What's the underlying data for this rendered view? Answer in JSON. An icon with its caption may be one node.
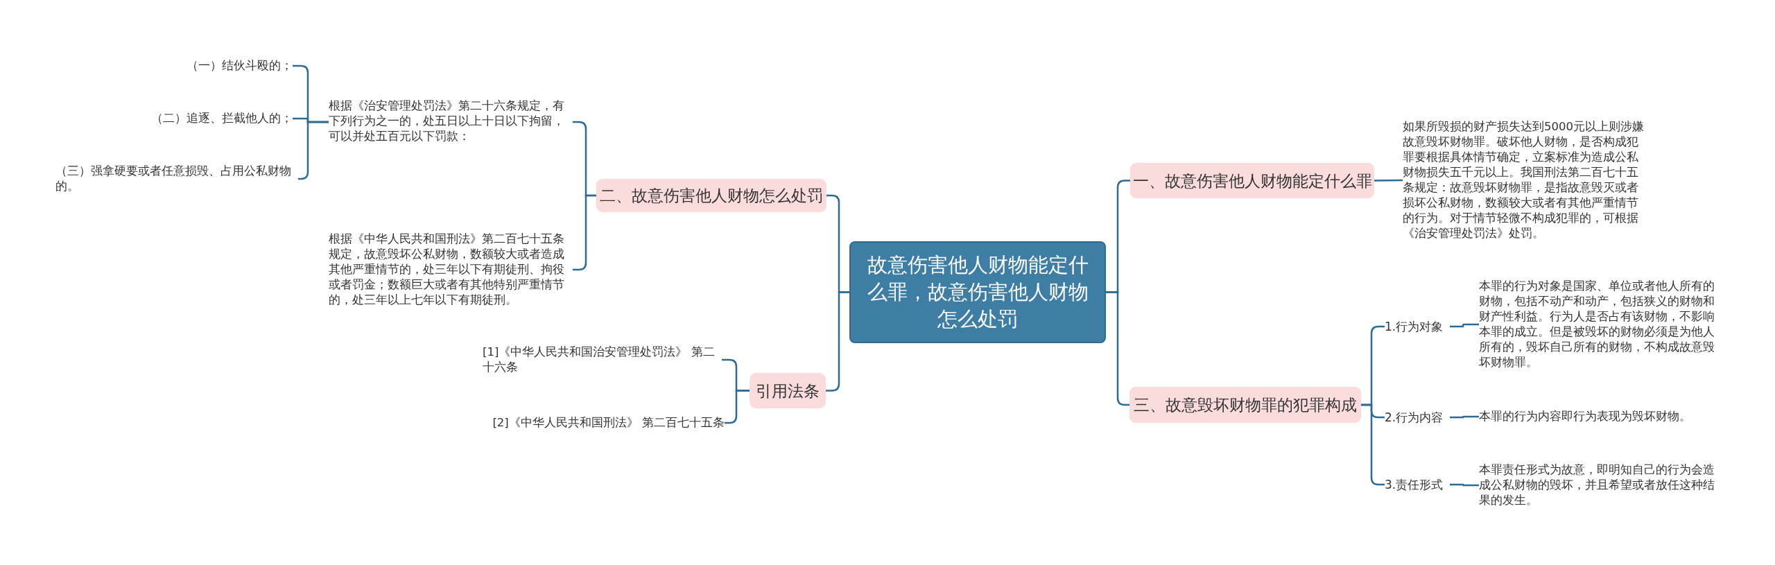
{
  "diagram": {
    "nodes": [
      {
        "text": [
          "故意伤害他人财物能定什么罪，故意伤害他人财物怎么处罚"
        ]
      },
      {
        "text": [
          "二、故意伤害他人财物怎么处罚"
        ]
      },
      {
        "text": [
          "根据《治安管理处罚法》第二十六条规定，有下列行为之一的，处五日以上十日以下拘留，可以并处五百元以下罚款："
        ]
      },
      {
        "text": [
          "（一）结伙斗殴的；"
        ]
      },
      {
        "text": [
          "（二）追逐、拦截他人的；"
        ]
      },
      {
        "text": [
          "（三）强拿硬要或者任意损毁、占用公私财物的。"
        ]
      },
      {
        "text": [
          "根据《中华人民共和国刑法》第二百七十五条规定，故意毁坏公私财物，数额较大或者造成其他严重情节的，处三年以下有期徒刑、拘役或者罚金；数额巨大或者有其他特别严重情节的，处三年以上七年以下有期徒刑。"
        ]
      },
      {
        "text": [
          "引用法条"
        ]
      },
      {
        "text": [
          "[1]《中华人民共和国治安管理处罚法》 第二十六条"
        ]
      },
      {
        "text": [
          "[2]《中华人民共和国刑法》 第二百七十五条"
        ]
      },
      {
        "text": [
          "一、故意伤害他人财物能定什么罪"
        ]
      },
      {
        "text": [
          "如果所毁损的财产损失达到5000元以上则涉嫌故意毁坏财物罪。破坏他人财物，是否构成犯罪要根据具体情节确定，立案标准为造成公私财物损失五千元以上。我国刑法第二百七十五条规定：故意毁坏财物罪，是指故意毁灭或者损坏公私财物，数额较大或者有其他严重情节的行为。对于情节轻微不构成犯罪的，可根据《治安管理处罚法》处罚。"
        ]
      },
      {
        "text": [
          "三、故意毁坏财物罪的犯罪构成"
        ]
      },
      {
        "text": [
          "1.行为对象"
        ]
      },
      {
        "text": [
          "本罪的行为对象是国家、单位或者他人所有的财物，包括不动产和动产，包括狭义的财物和财产性利益。行为人是否占有该财物，不影响本罪的成立。但是被毁坏的财物必须是为他人所有的，毁坏自己所有的财物，不构成故意毁坏财物罪。"
        ]
      },
      {
        "text": [
          "2.行为内容"
        ]
      },
      {
        "text": [
          "本罪的行为内容即行为表现为毁坏财物。"
        ]
      },
      {
        "text": [
          "3.责任形式"
        ]
      },
      {
        "text": [
          "本罪责任形式为故意，即明知自己的行为会造成公私财物的毁坏，并且希望或者放任这种结果的发生。"
        ]
      }
    ],
    "edges": [
      {
        "from": 0,
        "to": 1,
        "arrow": "none"
      },
      {
        "from": 1,
        "to": 2,
        "arrow": "none"
      },
      {
        "from": 2,
        "to": 3,
        "arrow": "none"
      },
      {
        "from": 2,
        "to": 4,
        "arrow": "none"
      },
      {
        "from": 2,
        "to": 5,
        "arrow": "none"
      },
      {
        "from": 1,
        "to": 6,
        "arrow": "none"
      },
      {
        "from": 0,
        "to": 7,
        "arrow": "none"
      },
      {
        "from": 7,
        "to": 8,
        "arrow": "none"
      },
      {
        "from": 7,
        "to": 9,
        "arrow": "none"
      },
      {
        "from": 0,
        "to": 10,
        "arrow": "none"
      },
      {
        "from": 10,
        "to": 11,
        "arrow": "none"
      },
      {
        "from": 0,
        "to": 12,
        "arrow": "none"
      },
      {
        "from": 12,
        "to": 13,
        "arrow": "none"
      },
      {
        "from": 13,
        "to": 14,
        "arrow": "none"
      },
      {
        "from": 12,
        "to": 15,
        "arrow": "none"
      },
      {
        "from": 15,
        "to": 16,
        "arrow": "none"
      },
      {
        "from": 12,
        "to": 17,
        "arrow": "none"
      },
      {
        "from": 17,
        "to": 18,
        "arrow": "none"
      }
    ]
  }
}
